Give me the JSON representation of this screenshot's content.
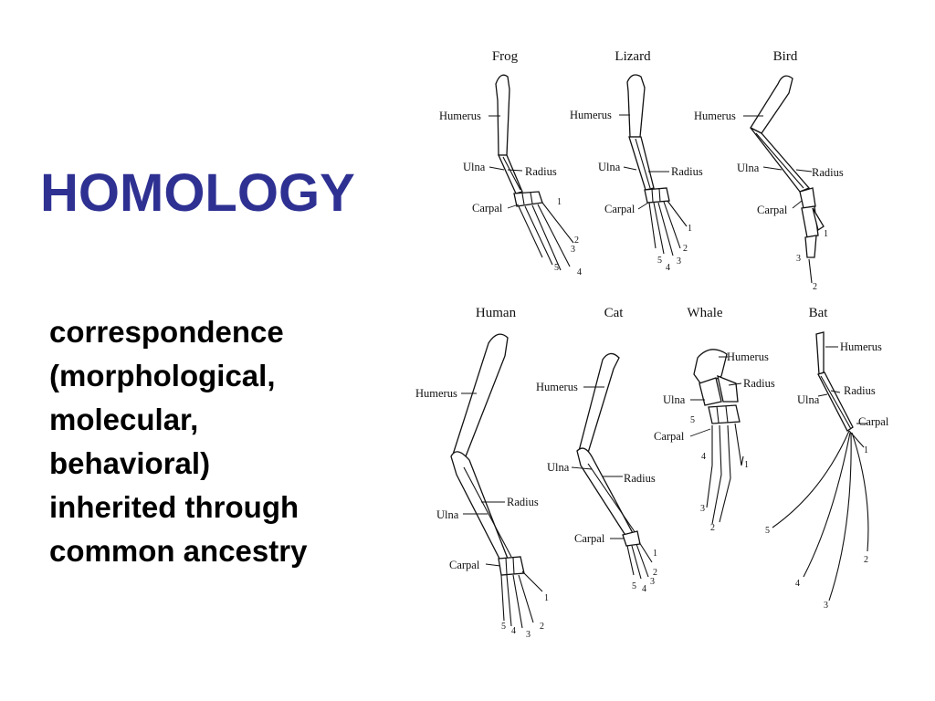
{
  "title": "HOMOLOGY",
  "colors": {
    "title": "#2e3192",
    "text": "#000000",
    "lines": "#111111"
  },
  "description": [
    "correspondence",
    "(morphological,",
    "molecular,",
    "behavioral)",
    "inherited through",
    "common ancestry"
  ],
  "figure": {
    "animals": [
      "Frog",
      "Lizard",
      "Bird",
      "Human",
      "Cat",
      "Whale",
      "Bat"
    ],
    "bones": {
      "humerus": "Humerus",
      "ulna": "Ulna",
      "radius": "Radius",
      "carpal": "Carpal"
    },
    "digits": [
      "1",
      "2",
      "3",
      "4",
      "5"
    ]
  }
}
